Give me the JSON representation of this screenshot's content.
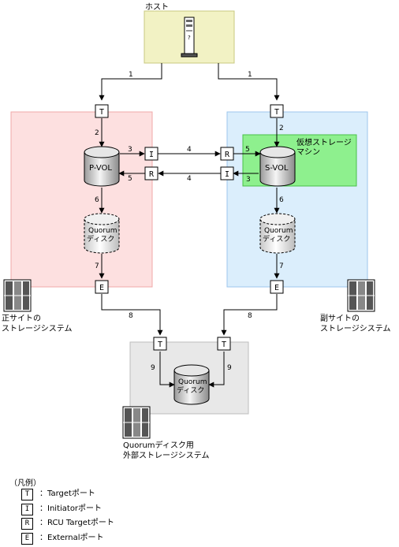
{
  "host": {
    "label": "ホスト"
  },
  "virtual_storage": {
    "label_line1": "仮想ストレージ",
    "label_line2": "マシン"
  },
  "primary_site": {
    "label_line1": "正サイトの",
    "label_line2": "ストレージシステム"
  },
  "secondary_site": {
    "label_line1": "副サイトの",
    "label_line2": "ストレージシステム"
  },
  "quorum_external": {
    "label_line1": "Quorumディスク用",
    "label_line2": "外部ストレージシステム"
  },
  "volumes": {
    "pvol": "P-VOL",
    "svol": "S-VOL"
  },
  "quorum_disk": {
    "line1": "Quorum",
    "line2": "ディスク"
  },
  "ports": {
    "target": "T",
    "initiator": "I",
    "rcu": "R",
    "external": "E"
  },
  "paths": {
    "p1": "1",
    "p2": "2",
    "p3": "3",
    "p4": "4",
    "p5": "5",
    "p6": "6",
    "p7": "7",
    "p8": "8",
    "p9": "9"
  },
  "legend": {
    "title": "（凡例）",
    "items": [
      {
        "symbol": "T",
        "text": "：Targetポート"
      },
      {
        "symbol": "I",
        "text": "：Initiatorポート"
      },
      {
        "symbol": "R",
        "text": "：RCU Targetポート"
      },
      {
        "symbol": "E",
        "text": "：Externalポート"
      }
    ]
  },
  "colors": {
    "host_bg": "#f2f2c4",
    "host_border": "#c8c880",
    "primary_bg": "#fde0e0",
    "primary_border": "#f0a8a8",
    "secondary_bg": "#dbeefc",
    "secondary_border": "#9cc6ec",
    "virtual_bg": "#8ef08e",
    "virtual_border": "#48c048",
    "quorum_bg": "#e8e8e8",
    "quorum_border": "#bdbdbd"
  }
}
